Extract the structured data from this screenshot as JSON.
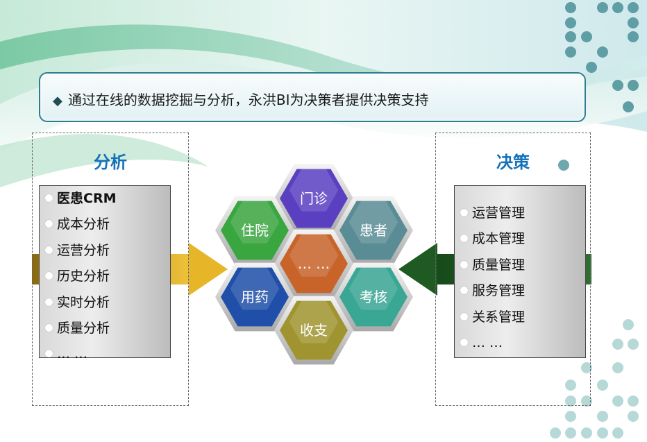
{
  "banner": {
    "bullet": "◆",
    "text": "通过在线的数据挖掘与分析，永洪BI为决策者提供决策支持"
  },
  "left_panel": {
    "title": "分析",
    "items": [
      "医患CRM",
      "成本分析",
      "运营分析",
      "历史分析",
      "实时分析",
      "质量分析",
      "… …"
    ]
  },
  "right_panel": {
    "title": "决策",
    "items": [
      "运营管理",
      "成本管理",
      "质量管理",
      "服务管理",
      "关系管理",
      "… …"
    ]
  },
  "hexagons": [
    {
      "label": "门诊",
      "color": "#5a3fc0"
    },
    {
      "label": "住院",
      "color": "#3aa640"
    },
    {
      "label": "患者",
      "color": "#5a8c96"
    },
    {
      "label": "… …",
      "color": "#c8642a"
    },
    {
      "label": "用药",
      "color": "#1f4fa8"
    },
    {
      "label": "考核",
      "color": "#3aa694"
    },
    {
      "label": "收支",
      "color": "#a09430"
    }
  ],
  "colors": {
    "title_blue": "#1471b9",
    "arrow_left": "#e6b628",
    "arrow_right": "#1e5a22",
    "banner_border": "#2f7d8f"
  }
}
